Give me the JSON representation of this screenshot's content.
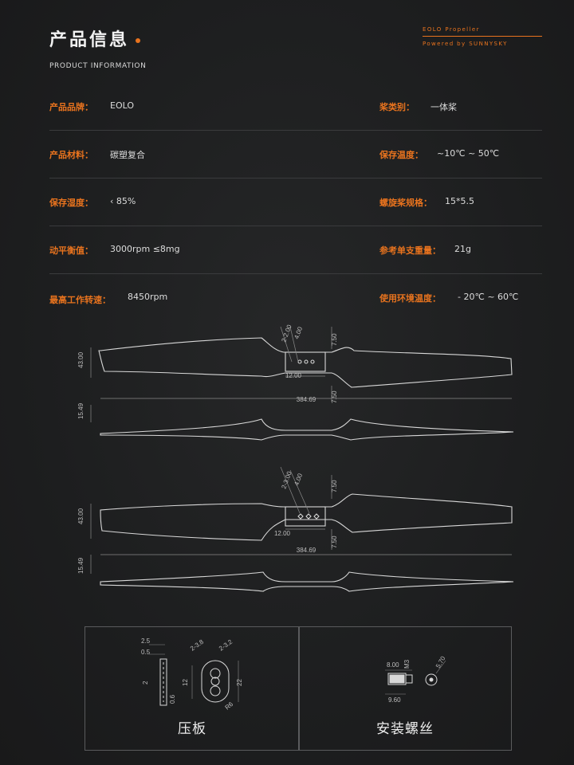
{
  "header": {
    "title": "产品信息",
    "subtitle": "PRODUCT INFORMATION",
    "brand_name": "EOLO Propeller",
    "brand_powered": "Powered by SUNNYSKY"
  },
  "specs": [
    {
      "left_label": "产品品牌：",
      "left_value": "EOLO",
      "right_label": "桨类别：",
      "right_value": "一体桨"
    },
    {
      "left_label": "产品材料：",
      "left_value": "碳塑复合",
      "right_label": "保存温度：",
      "right_value": "~10℃ ~ 50℃"
    },
    {
      "left_label": "保存湿度：",
      "left_value": "‹ 85%",
      "right_label": "螺旋桨规格：",
      "right_value": "15*5.5"
    },
    {
      "left_label": "动平衡值：",
      "left_value": "3000rpm ≤8mg",
      "right_label": "参考单支重量：",
      "right_value": "21g"
    },
    {
      "left_label": "最高工作转速：",
      "left_value": "8450rpm",
      "right_label": "使用环境温度：",
      "right_value": "- 20℃ ~ 60℃"
    }
  ],
  "drawing": {
    "top": {
      "height": "43.00",
      "thickness": "15.49",
      "hub_width": "12.00",
      "length": "384.69",
      "hole1": "2-2.00",
      "hole2": "4.00",
      "offset_top": "7.50",
      "offset_bottom": "7.50"
    },
    "bottom": {
      "height": "43.00",
      "thickness": "15.49",
      "hub_width": "12.00",
      "length": "384.69",
      "hole1": "2-3.00",
      "hole2": "4.00",
      "offset_top": "7.50",
      "offset_bottom": "7.50"
    }
  },
  "parts": {
    "plate": {
      "caption": "压板",
      "d1": "2.5",
      "d2": "0.5",
      "d3": "12",
      "d4": "22",
      "d5": "2-3.8",
      "d6": "2-3.2",
      "d7": "R6",
      "d8": "2",
      "d9": "0.6"
    },
    "screw": {
      "caption": "安装螺丝",
      "d1": "8.00",
      "d2": "M3",
      "d3": "9.60",
      "d4": "5.70"
    }
  }
}
